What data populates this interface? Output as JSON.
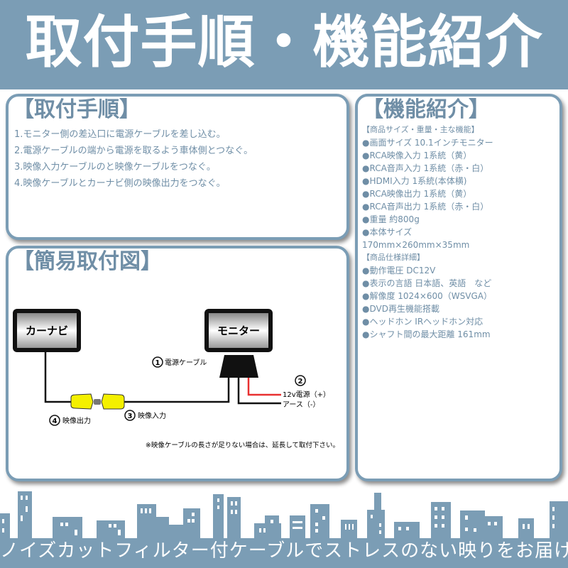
{
  "header": {
    "title": "取付手順・機能紹介"
  },
  "install": {
    "title": "【取付手順】",
    "steps": [
      "1.モニター側の差込口に電源ケーブルを差し込む。",
      "2.電源ケーブルの端から電源を取るよう車体側とつなぐ。",
      "3.映像入力ケーブルのと映像ケーブルをつなぐ。",
      "4.映像ケーブルとカーナビ側の映像出力をつなぐ。"
    ]
  },
  "diagram": {
    "title": "【簡易取付図】",
    "navi": "カーナビ",
    "monitor": "モニター",
    "labels": {
      "n1": "1",
      "l1": "電源ケーブル",
      "n2": "2",
      "l2a": "12v電源（+）",
      "l2b": "アース（-）",
      "n3": "3",
      "l3": "映像入力",
      "n4": "4",
      "l4": "映像出力"
    },
    "note": "※映像ケーブルの長さが足りない場合は、延長して取付下さい。",
    "colors": {
      "power": "#e83030",
      "plug": "#f4f000",
      "cable": "#000000"
    }
  },
  "features": {
    "title": "【機能紹介】",
    "items": [
      "【商品サイズ・重量・主な機能】",
      "●画面サイズ 10.1インチモニター",
      "●RCA映像入力 1系統（黄）",
      "●RCA音声入力 1系統（赤・白）",
      "●HDMI入力 1系統(本体横)",
      "●RCA映像出力 1系統（黄）",
      "●RCA音声出力 1系統（赤・白）",
      "●重量 約800g",
      "●本体サイズ",
      "170mm×260mm×35mm",
      "【商品仕様詳細】",
      "●動作電圧 DC12V",
      "●表示の言語 日本語、英語　など",
      "●解像度 1024×600（WSVGA）",
      "●DVD再生機能搭載",
      "●ヘッドホン IRヘッドホン対応",
      "●シャフト間の最大距離 161mm"
    ]
  },
  "footer": {
    "text": "ノイズカットフィルター付ケーブルでストレスのない映りをお届け!"
  },
  "colors": {
    "accent": "#7b9db5",
    "text": "#6f8ea6"
  }
}
